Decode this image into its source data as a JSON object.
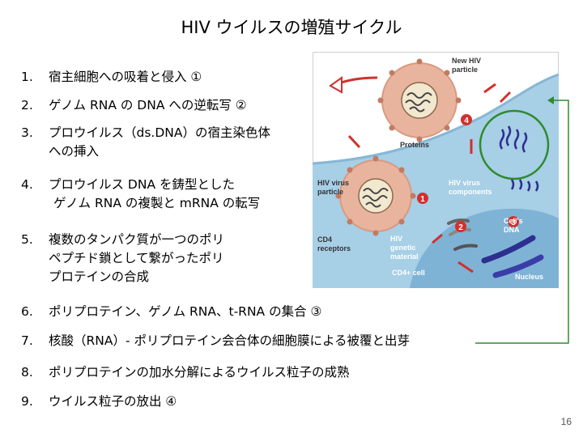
{
  "title": "HIV ウイルスの増殖サイクル",
  "steps": [
    {
      "num": "1.",
      "lines": [
        "宿主細胞への吸着と侵入 ①"
      ]
    },
    {
      "num": "2.",
      "lines": [
        "ゲノム RNA の DNA への逆転写 ②"
      ]
    },
    {
      "num": "3.",
      "lines": [
        "プロウイルス（ds.DNA）の宿主染色体",
        "への挿入"
      ]
    },
    {
      "num": "4.",
      "lines": [
        "プロウイルス DNA を鋳型とした",
        "ゲノム RNA の複製と mRNA の転写"
      ]
    },
    {
      "num": "5.",
      "lines": [
        "複数のタンパク質が一つのポリ",
        "ペプチド鎖として繋がったポリ",
        "プロテインの合成"
      ]
    },
    {
      "num": "6.",
      "lines": [
        "ポリプロテイン、ゲノム RNA、t-RNA の集合 ③"
      ]
    },
    {
      "num": "7.",
      "lines": [
        "核酸（RNA）- ポリプロテイン会合体の細胞膜による被覆と出芽"
      ]
    },
    {
      "num": "8.",
      "lines": [
        "ポリプロテインの加水分解によるウイルス粒子の成熟"
      ]
    },
    {
      "num": "9.",
      "lines": [
        "ウイルス粒子の放出 ④"
      ]
    }
  ],
  "diagram": {
    "labels": {
      "new_hiv": [
        "New HIV",
        "particle"
      ],
      "proteins": "Proteins",
      "hiv_particle": [
        "HIV virus",
        "particle"
      ],
      "components": [
        "HIV virus",
        "components"
      ],
      "cd4": [
        "CD4",
        "receptors"
      ],
      "genetic": [
        "HIV",
        "genetic",
        "material"
      ],
      "cell_dna": [
        "Cell's",
        "DNA"
      ],
      "cd4_cell": "CD4+ cell",
      "nucleus": "Nucleus"
    },
    "markers": [
      "1",
      "2",
      "3",
      "4"
    ],
    "colors": {
      "cytoplasm": "#a7cfe6",
      "nucleus": "#7fb3d5",
      "virus": "#e8b49d",
      "virus_core": "#f2e7cf",
      "marker": "#d0312d",
      "arrow": "#d0312d",
      "circle": "#2e8b2e",
      "connector": "#2e8b2e"
    }
  },
  "page_number": "16"
}
